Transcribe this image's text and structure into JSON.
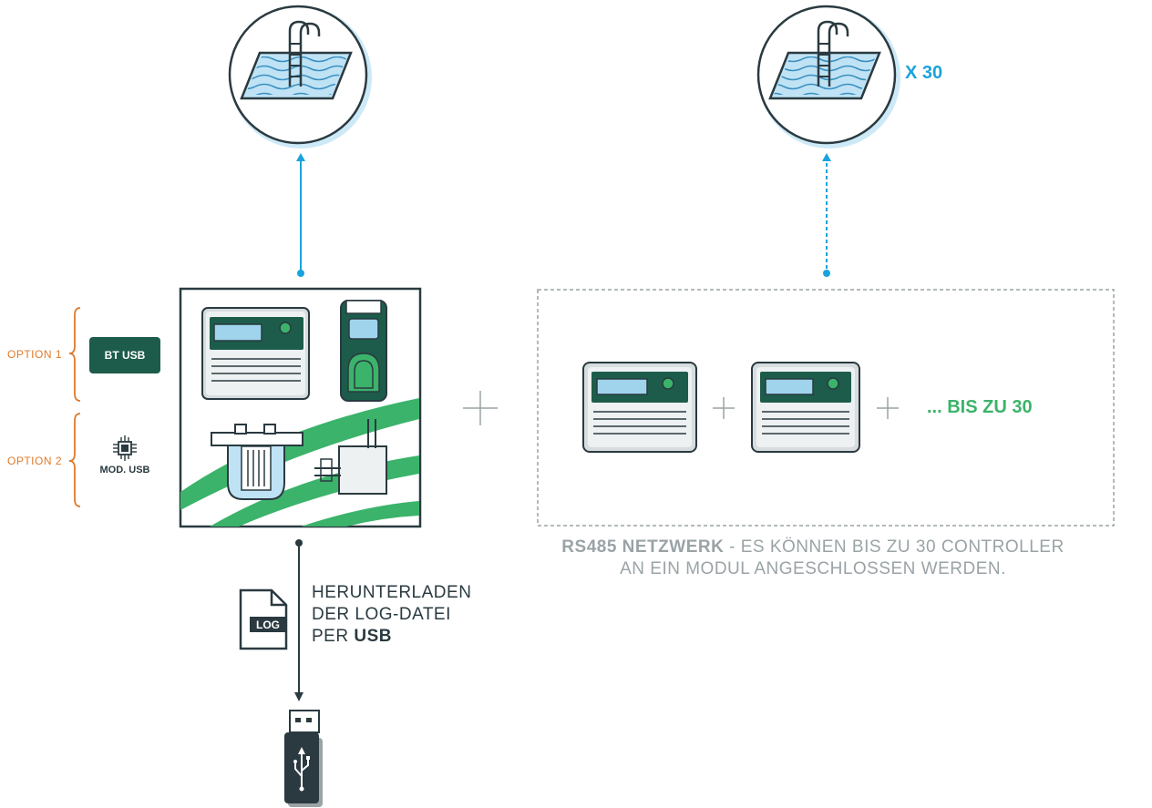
{
  "options": {
    "option1_label": "OPTION 1",
    "option1_badge": "BT USB",
    "option2_label": "OPTION 2",
    "option2_badge": "MOD. USB"
  },
  "pool_right": {
    "count": "X 30"
  },
  "network": {
    "bis_label": "... BIS ZU 30",
    "title_bold": "RS485 NETZWERK",
    "title_rest": " - ES KÖNNEN BIS  ZU 30 CONTROLLER",
    "line2": "AN EIN MODUL ANGESCHLOSSEN WERDEN."
  },
  "download": {
    "line1": "HERUNTERLADEN",
    "line2": "DER LOG-DATEI",
    "line3_prefix": "PER ",
    "line3_bold": "USB",
    "file_badge": "LOG"
  },
  "colors": {
    "blue": "#1aa3dc",
    "green": "#3bb36a",
    "dark_green": "#1d5c4b",
    "orange": "#e07a2a",
    "dark": "#2a3a40",
    "gray": "#9aa3a6"
  },
  "icons": [
    "pool-icon",
    "chip-icon",
    "log-file-icon",
    "usb-stick-icon",
    "controller-icon",
    "plus-icon"
  ]
}
